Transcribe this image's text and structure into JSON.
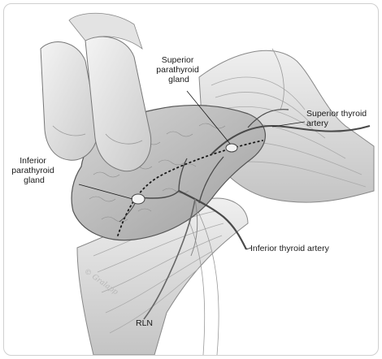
{
  "labels": {
    "superior_parathyroid": [
      "Superior",
      "parathyroid",
      "gland"
    ],
    "inferior_parathyroid": [
      "Inferior",
      "parathyroid",
      "gland"
    ],
    "superior_thyroid_artery": [
      "Superior thyroid",
      "artery"
    ],
    "inferior_thyroid_artery": "Inferior thyroid artery",
    "rln": "RLN"
  },
  "signature": "© Gralapp",
  "colors": {
    "line": "#1a1a1a",
    "tissue_fill": "#e9e9e9",
    "shade": "#bdbdbd",
    "vessel": "#555555"
  }
}
